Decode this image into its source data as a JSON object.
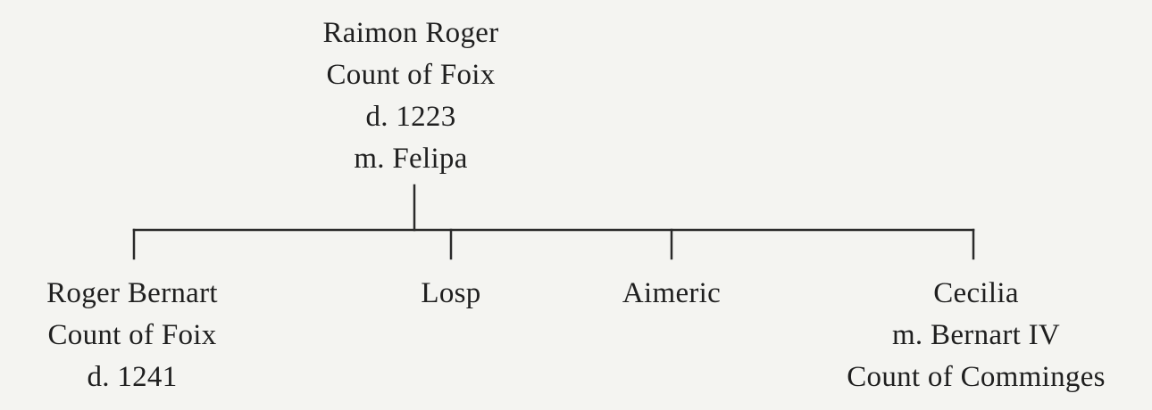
{
  "parent": {
    "lines": [
      "Raimon Roger",
      "Count of Foix",
      "d. 1223",
      "m. Felipa"
    ]
  },
  "children": [
    {
      "lines": [
        "Roger Bernart",
        "Count of Foix",
        "d. 1241"
      ]
    },
    {
      "lines": [
        "Losp"
      ]
    },
    {
      "lines": [
        "Aimeric"
      ]
    },
    {
      "lines": [
        "Cecilia",
        "m. Bernart IV",
        "Count of Comminges"
      ]
    }
  ],
  "colors": {
    "background": "#f4f4f1",
    "text": "#1f1f1f",
    "lines": "#2a2a2a"
  }
}
